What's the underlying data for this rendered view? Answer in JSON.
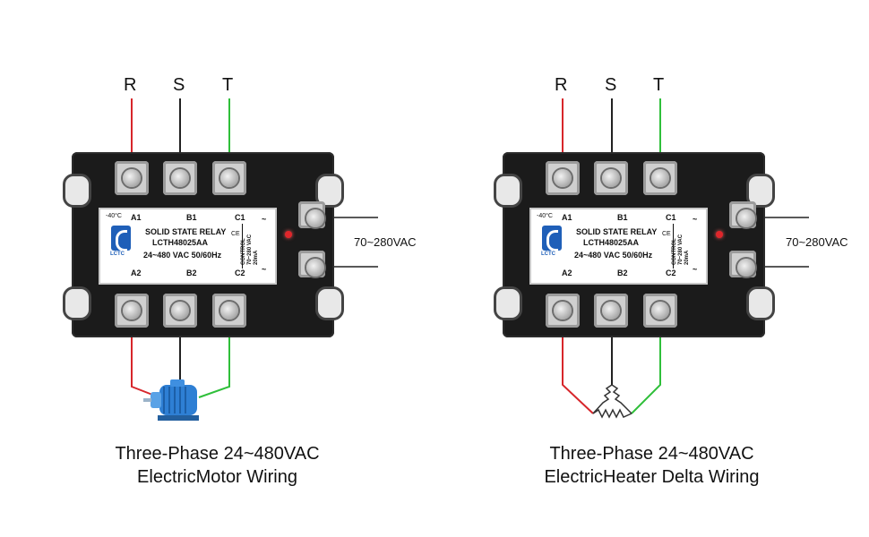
{
  "phases": [
    "R",
    "S",
    "T"
  ],
  "relay": {
    "terminals_top": [
      "A1",
      "B1",
      "C1"
    ],
    "terminals_bottom": [
      "A2",
      "B2",
      "C2"
    ],
    "title": "SOLID STATE RELAY",
    "model": "LCTH48025AA",
    "rating": "24~480 VAC  50/60Hz",
    "control_line1": "CONTROL",
    "control_line2": "70~280 VAC",
    "control_line3": "20mA",
    "temp_mark": "-40°C",
    "ce_mark": "CE",
    "logo_text": "LCTC",
    "tilde": "~"
  },
  "control_voltage_label": "70~280VAC",
  "diagrams": [
    {
      "caption_line1": "Three-Phase 24~480VAC",
      "caption_line2": "ElectricMotor Wiring",
      "load_icon": "electric-motor-icon"
    },
    {
      "caption_line1": "Three-Phase 24~480VAC",
      "caption_line2": "ElectricHeater Delta Wiring",
      "load_icon": "delta-heater-icon"
    }
  ],
  "colors": {
    "phase_r": "#d7262b",
    "phase_s": "#222222",
    "phase_t": "#2fbf3a",
    "relay_body": "#1b1b1b",
    "logo_blue": "#1f5fb8",
    "motor_blue": "#2e7fd4"
  }
}
